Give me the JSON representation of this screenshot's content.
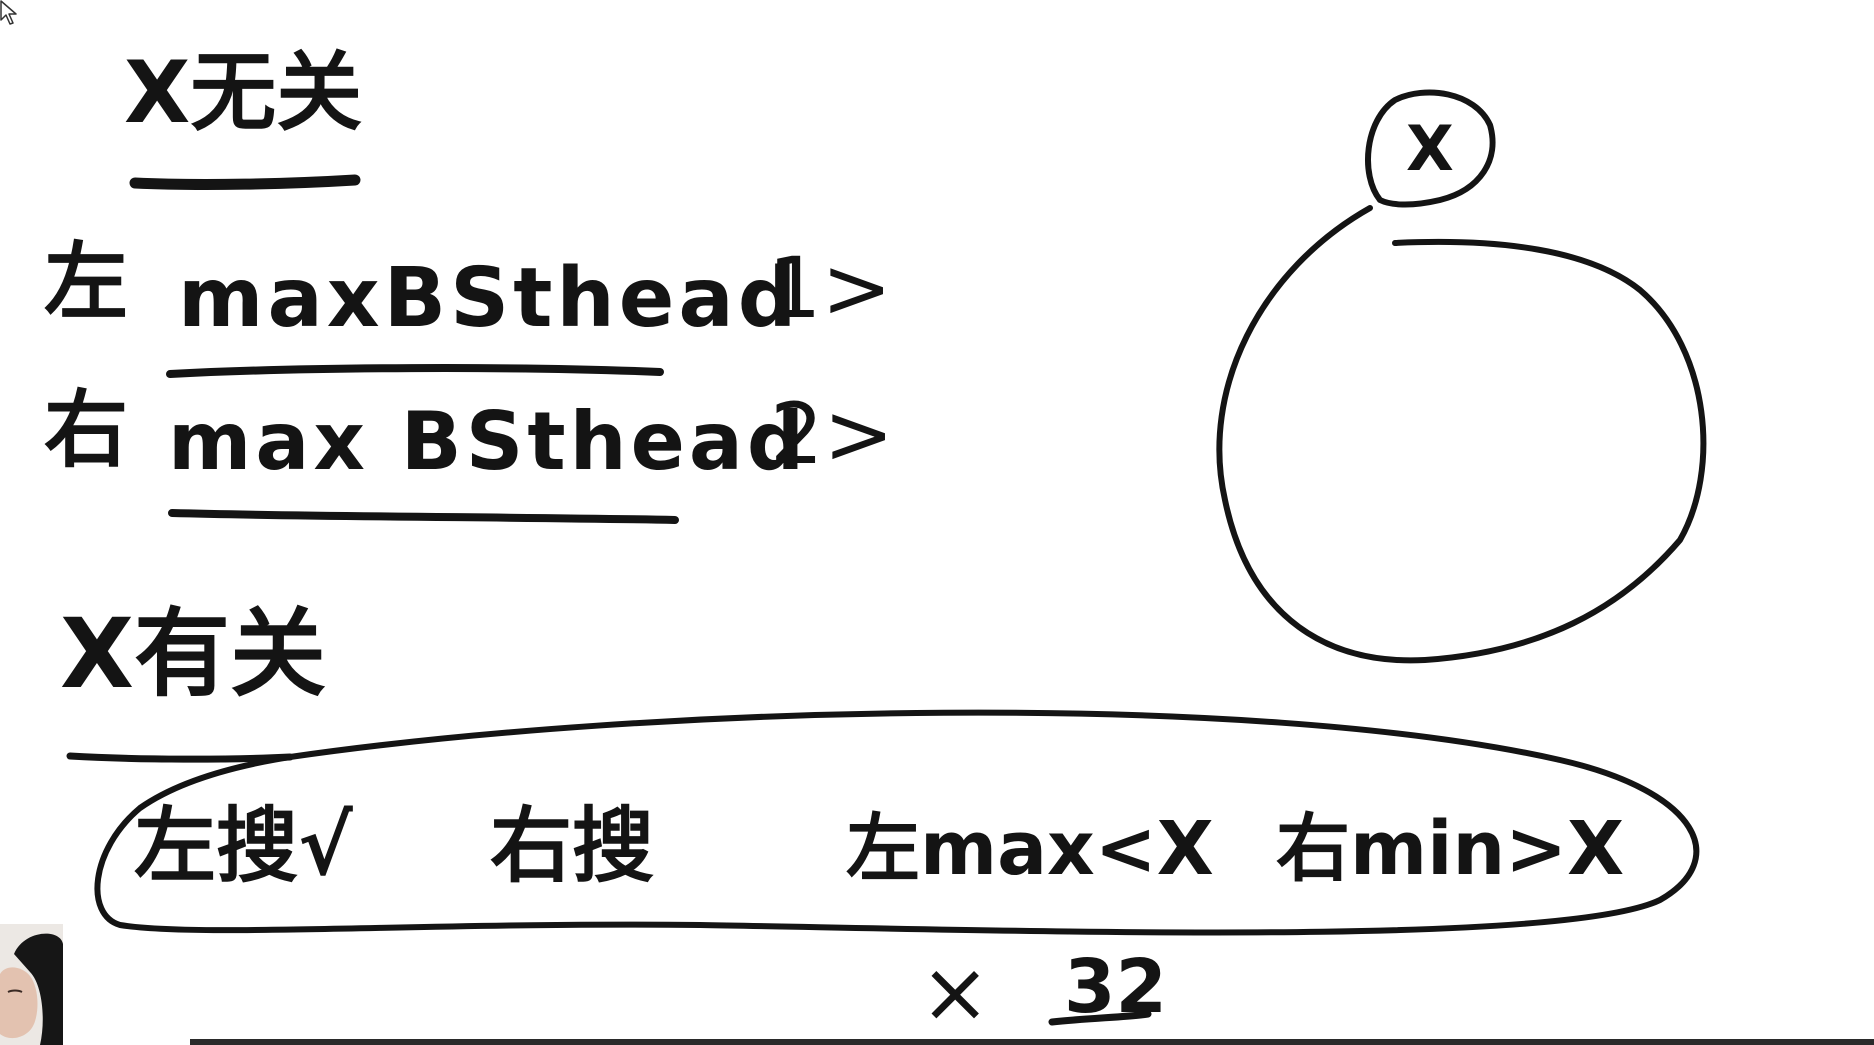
{
  "board": {
    "x_unrelated": "X无关",
    "left_label": "左",
    "left_expr": "maxBSthead",
    "left_num": "1>",
    "right_label": "右",
    "right_expr": "max BSthead",
    "right_num": "2>",
    "x_related": "X有关",
    "cond_left_search": "左搜√",
    "cond_right_search": "右搜",
    "cond_left_max": "左max<X",
    "cond_right_min": "右min>X",
    "times": "×",
    "multiplier": "32"
  },
  "tree": {
    "root_label": "X"
  },
  "colors": {
    "ink": "#141414",
    "background": "#ffffff"
  },
  "icons": {
    "cursor": "mouse-pointer-icon",
    "webcam": "presenter-webcam"
  }
}
